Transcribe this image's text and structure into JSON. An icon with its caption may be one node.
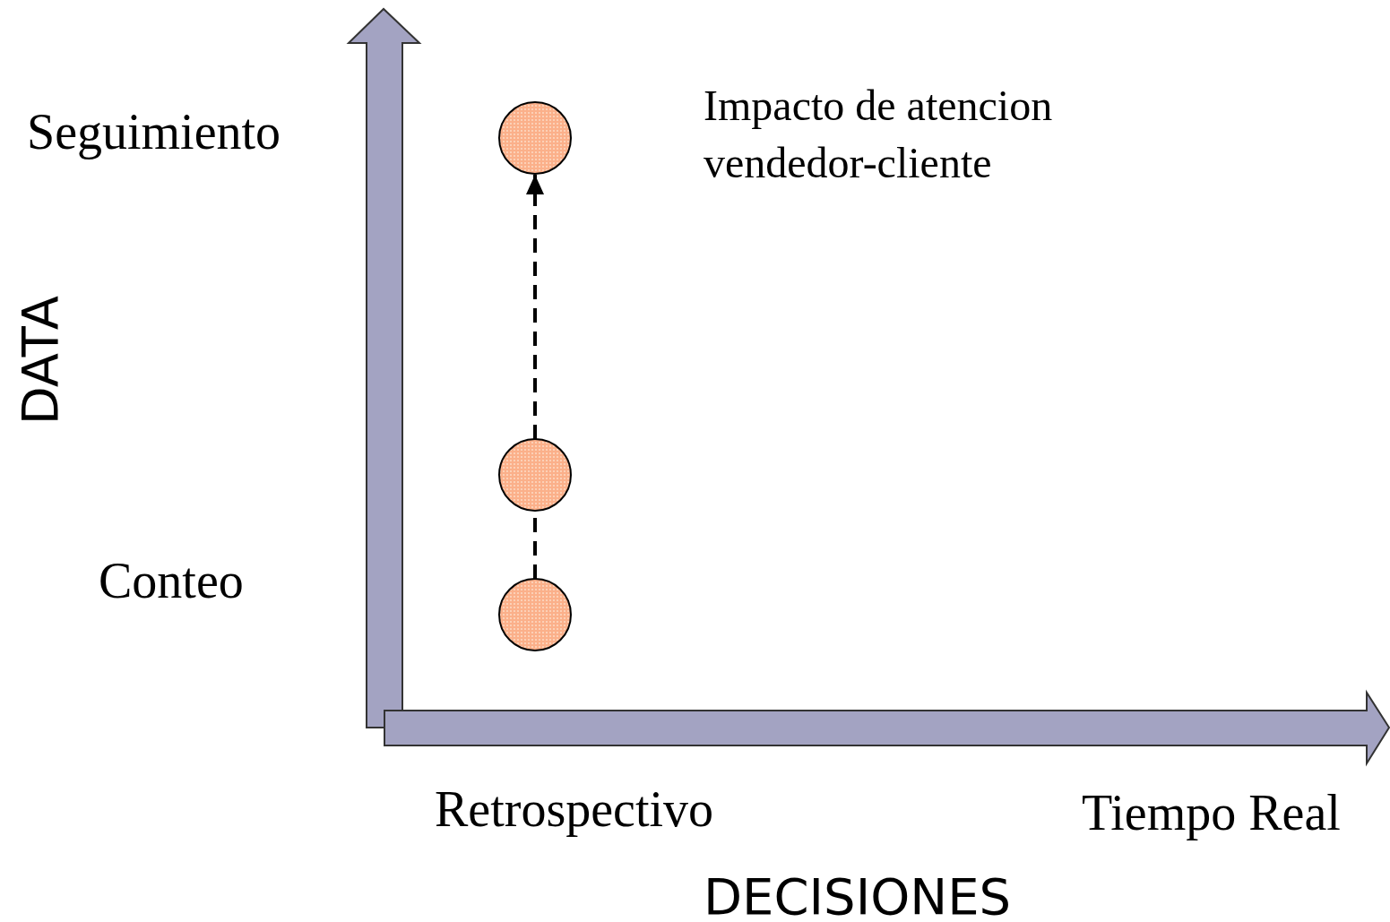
{
  "diagram": {
    "nodes": [
      {
        "text": [],
        "shape": "circle"
      },
      {
        "text": [],
        "shape": "circle"
      },
      {
        "text": [],
        "shape": "circle"
      }
    ],
    "edges": [
      {
        "from": 2,
        "to": 1,
        "arrow": "none",
        "style": "dashed"
      },
      {
        "from": 1,
        "to": 0,
        "arrow": "to",
        "style": "dashed"
      }
    ],
    "labels": [
      "Impacto de atencion vendedor-cliente",
      "Seguimiento",
      "DATA",
      "Conteo",
      "Retrospectivo",
      "Tiempo Real",
      "DECISIONES"
    ]
  }
}
